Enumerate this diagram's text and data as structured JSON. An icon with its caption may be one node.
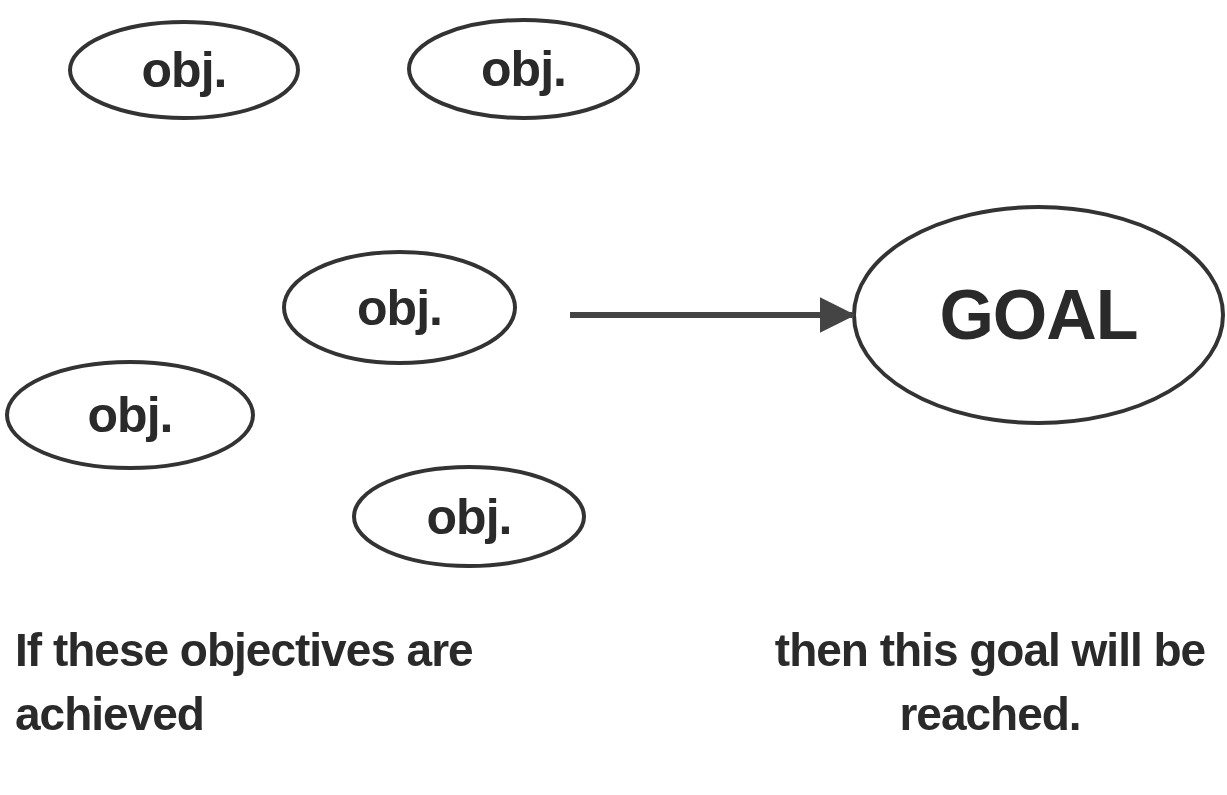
{
  "diagram": {
    "nodes": [
      {
        "text": [
          "obj."
        ]
      },
      {
        "text": [
          "obj."
        ]
      },
      {
        "text": [
          "obj."
        ]
      },
      {
        "text": [
          "obj."
        ]
      },
      {
        "text": [
          "obj."
        ]
      },
      {
        "text": [
          "GOAL"
        ]
      }
    ],
    "edges": [
      {
        "from": null,
        "to": 5,
        "arrow": "to"
      }
    ],
    "labels": [
      "If these objectives are achieved",
      "then this goal will be reached."
    ]
  }
}
